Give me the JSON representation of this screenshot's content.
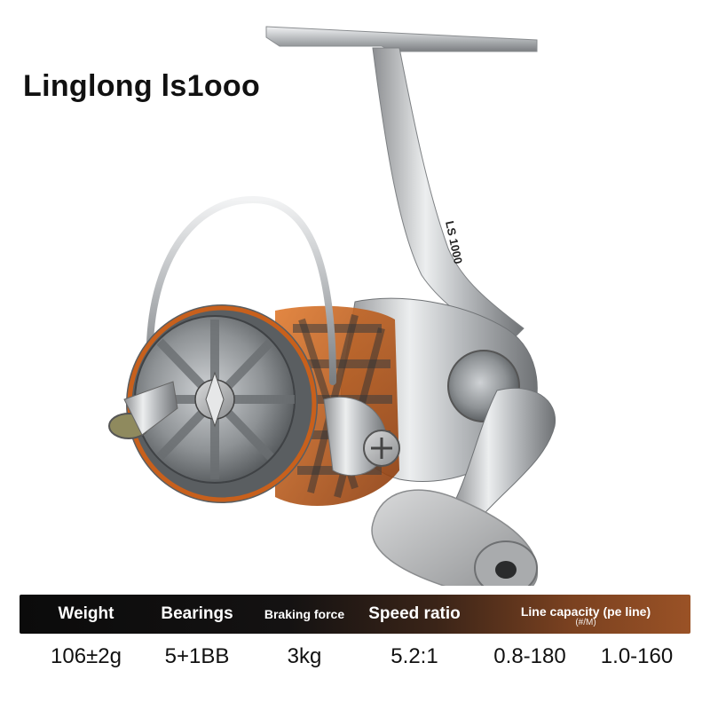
{
  "title": "Linglong ls1ooo",
  "reel": {
    "stem_marking": "LS 1000"
  },
  "specs": {
    "headers": {
      "weight": "Weight",
      "bearings": "Bearings",
      "braking_force": "Braking force",
      "speed_ratio": "Speed ratio",
      "line_capacity": "Line capacity (pe line)",
      "line_capacity_unit": "(#/M)"
    },
    "values": {
      "weight": "106±2g",
      "bearings": "5+1BB",
      "braking_force": "3kg",
      "speed_ratio": "5.2:1",
      "line_capacity_a": "0.8-180",
      "line_capacity_b": "1.0-160"
    }
  },
  "colors": {
    "accent_orange": "#c8601c",
    "header_dark": "#0b0b0b",
    "header_copper": "#9a5226"
  }
}
